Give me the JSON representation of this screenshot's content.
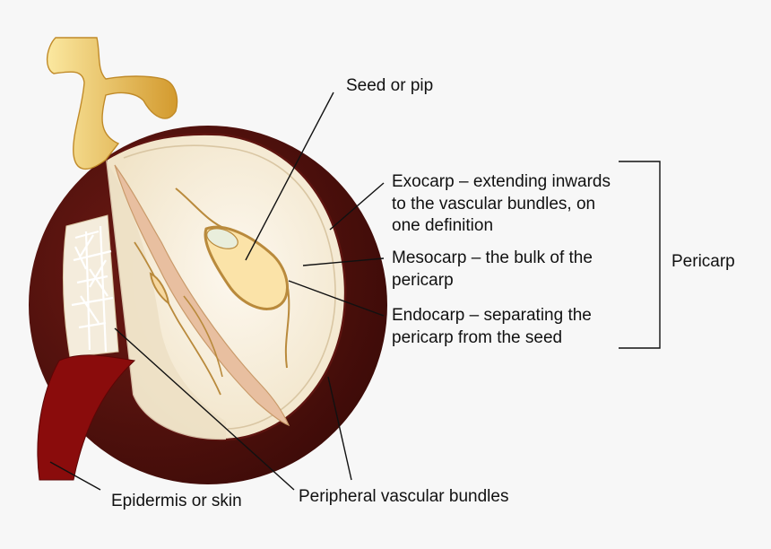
{
  "labels": {
    "seed": "Seed or pip",
    "exocarp": "Exocarp – extending inwards\nto the vascular bundles, on\none definition",
    "mesocarp": "Mesocarp – the bulk of the\npericarp",
    "endocarp": "Endocarp – separating the\npericarp from the seed",
    "pericarp": "Pericarp",
    "epidermis": "Epidermis or skin",
    "vascular": "Peripheral vascular bundles"
  },
  "colors": {
    "background": "#f7f7f7",
    "skin": "#5e1410",
    "skin_dark": "#3d0b08",
    "flesh": "#f8efde",
    "flesh_shadow": "#ecdfc4",
    "endocarp": "#b98a3c",
    "seed": "#fbe3a8",
    "stem": "#d5a43d",
    "stem_light": "#fbe8a0",
    "peel": "#8a0c0c",
    "leader": "#111111"
  }
}
